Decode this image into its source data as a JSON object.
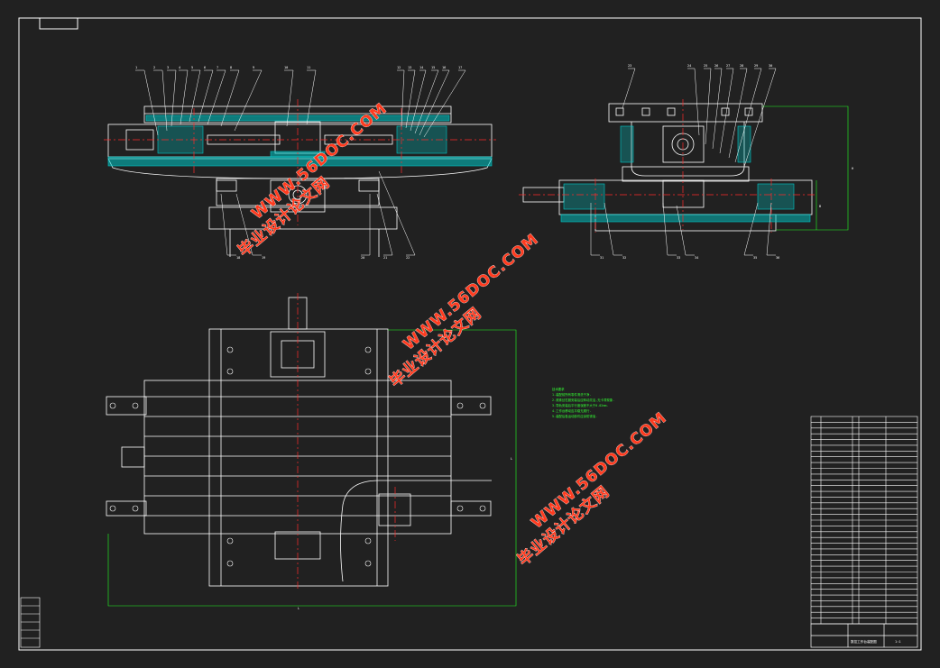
{
  "drawing": {
    "background": "#212121",
    "line_color": "#ffffff",
    "hatch_color": "#00c8c8",
    "center_line_color": "#ff2a2a",
    "dimension_color": "#22ff22",
    "part_balloons_front": [
      "1",
      "2",
      "3",
      "4",
      "5",
      "6",
      "7",
      "8",
      "9",
      "10",
      "11",
      "12",
      "13",
      "14",
      "15",
      "16",
      "17"
    ],
    "part_balloons_front_bottom": [
      "18",
      "19",
      "20",
      "21",
      "22"
    ],
    "part_balloons_side": [
      "23",
      "24",
      "25",
      "26",
      "27",
      "28",
      "29",
      "30"
    ],
    "part_balloons_side_bottom": [
      "31",
      "32",
      "33",
      "34",
      "35",
      "36"
    ],
    "dimension_labels": {
      "side_height": "H",
      "side_right": "B",
      "plan_right": "L",
      "plan_bottom": "L"
    }
  },
  "watermarks": [
    {
      "text_cn": "毕业设计论文网",
      "text_url": "WWW.56DOC.COM"
    },
    {
      "text_cn": "毕业设计论文网",
      "text_url": "WWW.56DOC.COM"
    },
    {
      "text_cn": "毕业设计论文网",
      "text_url": "WWW.56DOC.COM"
    }
  ],
  "notes": [
    "技术要求",
    "1.装配前所有零件清洗干净.",
    "2.滚珠丝杠副安装后应转动灵活,无卡滞现象.",
    "3.导轨安装后平行度误差不大于0.02mm.",
    "4.工作台移动应平稳无爬行.",
    "5.装配后各运动部件应涂防锈油."
  ],
  "title_block": {
    "drawing_name": "数控工作台装配图",
    "scale": "1:1"
  },
  "bom_rows": 36
}
